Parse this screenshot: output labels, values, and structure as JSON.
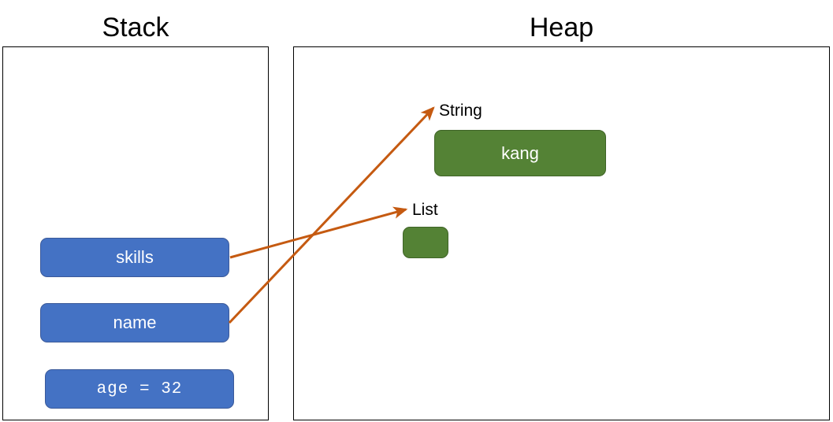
{
  "diagram": {
    "title_stack": "Stack",
    "title_heap": "Heap",
    "accent_blue": "#4472C4",
    "accent_green": "#548235",
    "arrow_color": "#C55A11",
    "frame_color": "#000000"
  },
  "stack": {
    "label": "Stack",
    "variables": [
      {
        "id": "skills",
        "label": "skills"
      },
      {
        "id": "name",
        "label": "name"
      },
      {
        "id": "age",
        "label": "age = 32"
      }
    ]
  },
  "heap": {
    "label": "Heap",
    "objects": [
      {
        "id": "string-obj",
        "type_label": "String",
        "value": "kang"
      },
      {
        "id": "list-obj",
        "type_label": "List",
        "value": ""
      }
    ]
  },
  "references": [
    {
      "from": "name",
      "to": "string-obj",
      "label": ""
    },
    {
      "from": "skills",
      "to": "list-obj",
      "label": ""
    }
  ]
}
